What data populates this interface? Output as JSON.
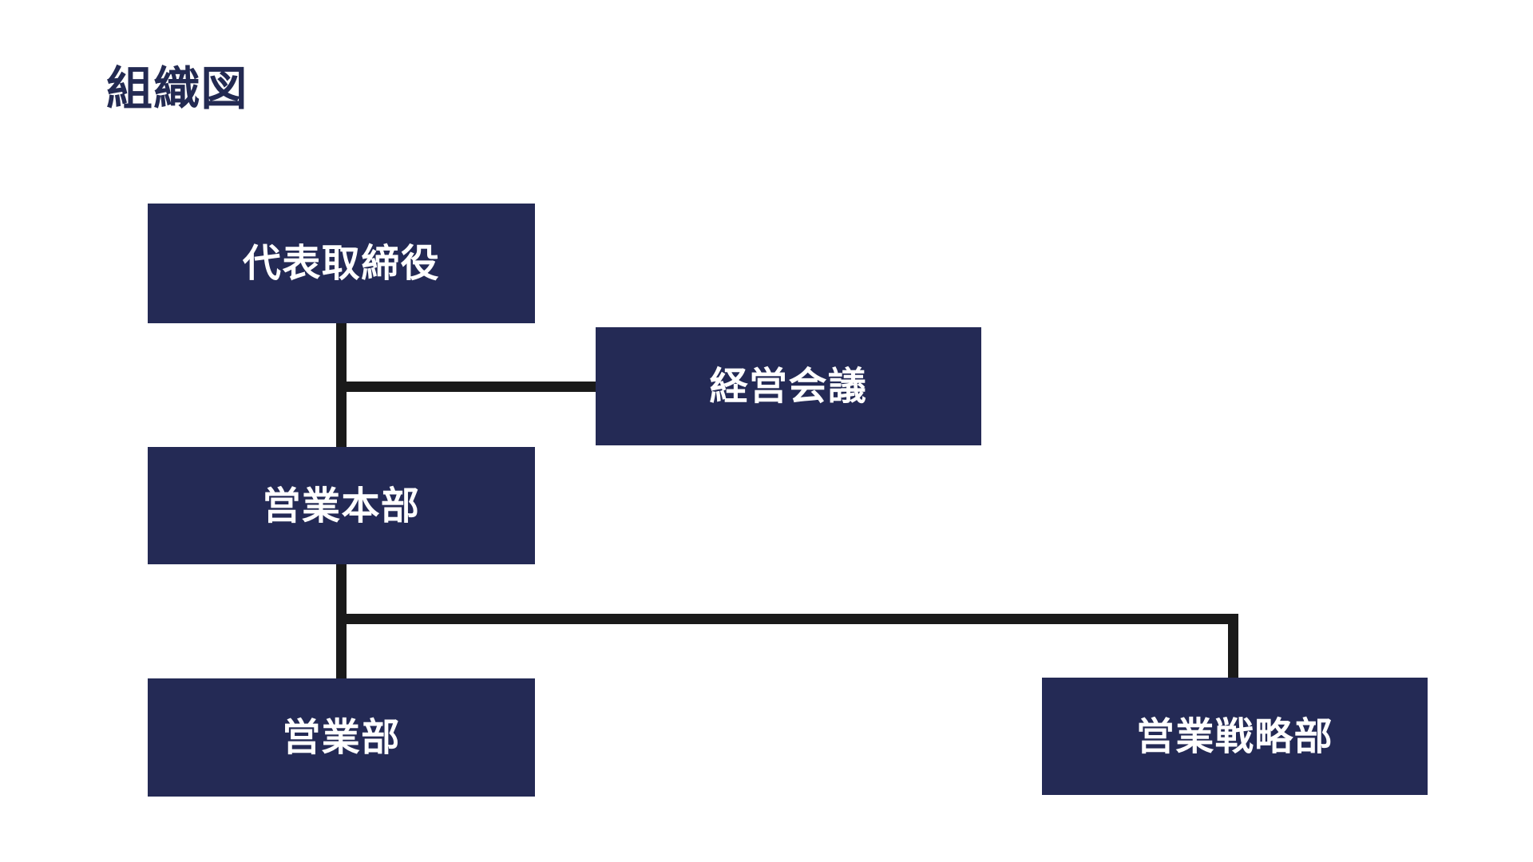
{
  "page": {
    "title": "組織図",
    "background_color": "#ffffff",
    "title_color": "#232a52"
  },
  "theme": {
    "node_fill": "#242a55",
    "node_text_color": "#ffffff",
    "connector_color": "#1a1a1a"
  },
  "org_chart": {
    "nodes": [
      {
        "id": "ceo",
        "label": "代表取締役",
        "level": 0
      },
      {
        "id": "meeting",
        "label": "経営会議",
        "level": 1
      },
      {
        "id": "division",
        "label": "営業本部",
        "level": 1
      },
      {
        "id": "sales",
        "label": "営業部",
        "level": 2
      },
      {
        "id": "strategy",
        "label": "営業戦略部",
        "level": 2
      }
    ],
    "connections": [
      {
        "from": "ceo",
        "to": "meeting"
      },
      {
        "from": "ceo",
        "to": "division"
      },
      {
        "from": "division",
        "to": "sales"
      },
      {
        "from": "division",
        "to": "strategy"
      }
    ]
  }
}
